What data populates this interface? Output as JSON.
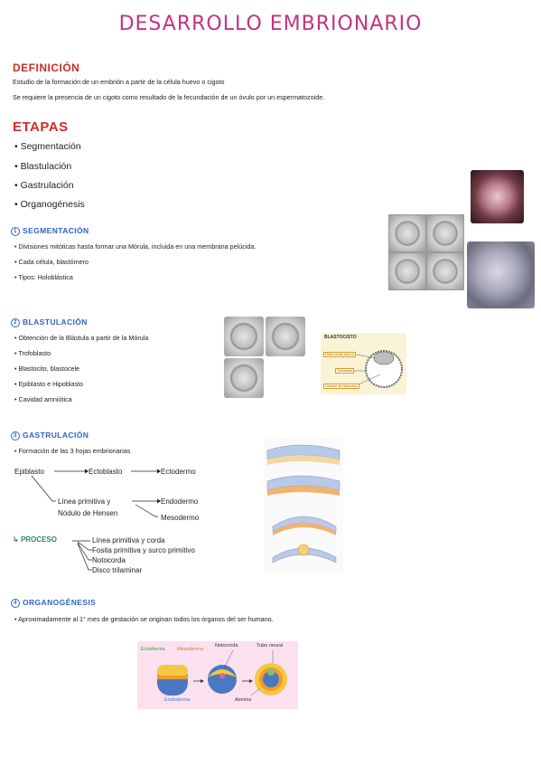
{
  "title": "DESARROLLO EMBRIONARIO",
  "definicion": {
    "heading": "DEFINICIÓN",
    "line1": "Estudio de la formación de un embrión a partir de la célula huevo o cigoto",
    "line2": "Se requiere la presencia de un cigoto como resultado de la fecundación de un óvulo por un espermatozoide."
  },
  "etapas": {
    "heading": "ETAPAS",
    "items": [
      "• Segmentación",
      "• Blastulación",
      "• Gastrulación",
      "• Organogénesis"
    ]
  },
  "segmentacion": {
    "num": "1",
    "heading": "SEGMENTACIÓN",
    "bullets": [
      "• Divisiones mitóticas hasta formar una Mórula, incluida en una membrana pelúcida.",
      "• Cada célula, blastómero",
      "• Tipos: Holoblástica"
    ]
  },
  "blastulacion": {
    "num": "2",
    "heading": "BLASTULACIÓN",
    "bullets": [
      "• Obtención de la Blástula a partir de la Mórula",
      "• Trofoblasto",
      "• Blastocito, blastocele",
      "• Epiblasto e Hipoblasto",
      "• Cavidad amniótica"
    ],
    "diagram": {
      "title": "BLASTOCISTO",
      "labels": [
        "Masa celular interna",
        "Trofoblasto",
        "Cavidad del blastocisto"
      ]
    }
  },
  "gastrulacion": {
    "num": "3",
    "heading": "GASTRULACIÓN",
    "bullet": "• Formación de las 3 hojas embrionarias",
    "tree": {
      "root": "Epiblasto",
      "mid": "Ectoblasto",
      "end": "Ectodermo",
      "branch_l1": "Línea primitiva y",
      "branch_l2": "Nódulo de Hensen",
      "sub1": "Endodermo",
      "sub2": "Mesodermo"
    },
    "proceso": {
      "label": "PROCESO",
      "items": [
        "Línea primitiva y corda",
        "Fosita primitiva y surco primitivo",
        "Notocorda",
        "Disco trilaminar"
      ]
    }
  },
  "organogenesis": {
    "num": "4",
    "heading": "ORGANOGÉNESIS",
    "bullet": "• Aproximadamente al 1° mes de gestación se originan todos los órganos del ser humano.",
    "diagram_labels": [
      "Ectoderma",
      "Mesoderma",
      "Notocorda",
      "Tubo neural",
      "Endoderma",
      "Amnios"
    ]
  },
  "colors": {
    "title": "#c2337f",
    "heading_red": "#d02b2b",
    "heading_blue": "#2f63c8",
    "proceso": "#2e8b57"
  }
}
